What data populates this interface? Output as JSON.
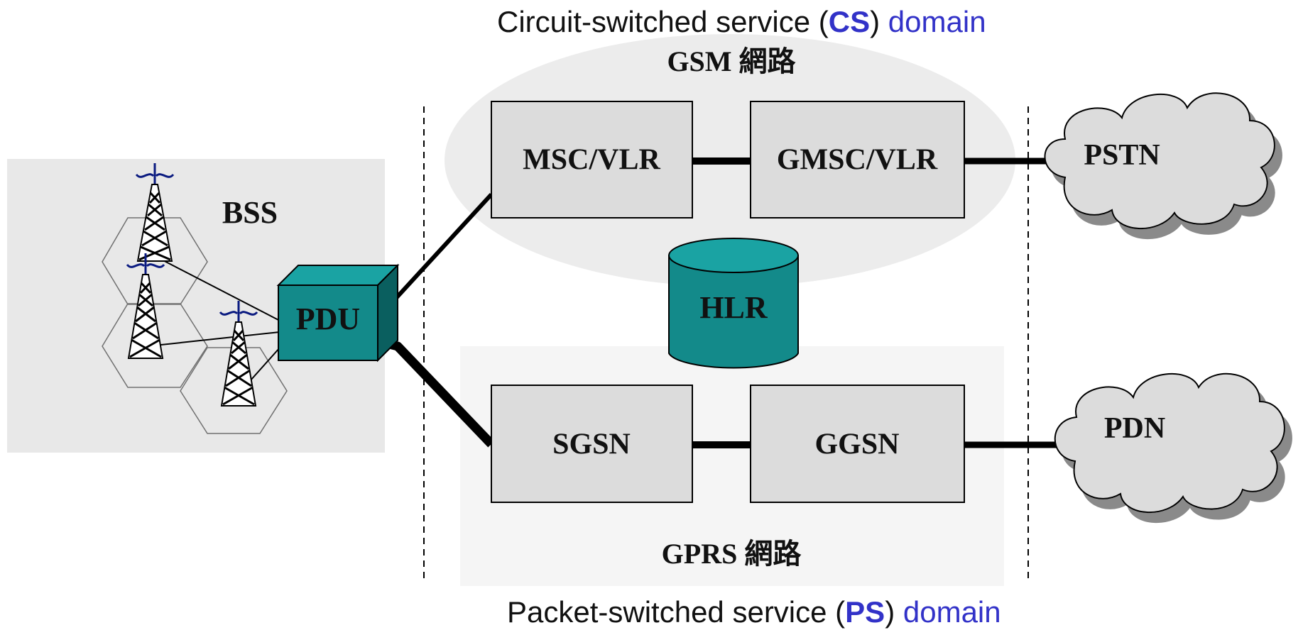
{
  "top_domain": {
    "prefix": "Circuit-switched service (",
    "abbr": "CS",
    "suffix": ")",
    "word": "domain"
  },
  "bottom_domain": {
    "prefix": "Packet-switched service (",
    "abbr": "PS",
    "suffix": ")",
    "word": "domain"
  },
  "gsm_network_label": "GSM 網路",
  "gprs_network_label": "GPRS 網路",
  "bss_label": "BSS",
  "nodes": {
    "pdu": "PDU",
    "msc_vlr": "MSC/VLR",
    "gmsc_vlr": "GMSC/VLR",
    "hlr": "HLR",
    "sgsn": "SGSN",
    "ggsn": "GGSN",
    "pstn": "PSTN",
    "pdn": "PDN"
  },
  "colors": {
    "node_fill": "#dcdcdc",
    "teal": "#138a8a",
    "bss_bg": "#e8e8e8",
    "gsm_ellipse": "#ececec",
    "gprs_bg": "#f5f5f5",
    "domain_accent": "#3232c8"
  }
}
